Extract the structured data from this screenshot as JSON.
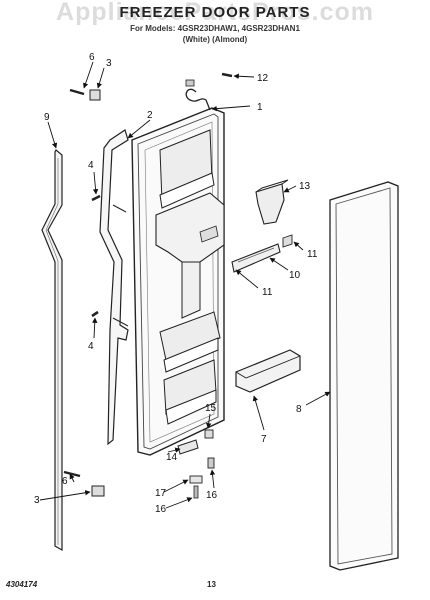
{
  "watermark": "AppliancePartsPros.com",
  "header": {
    "title": "FREEZER DOOR PARTS",
    "models": "For Models: 4GSR23DHAW1, 4GSR23DHAN1",
    "colors": "(White)          (Almond)"
  },
  "callouts": [
    "1",
    "2",
    "3",
    "3",
    "4",
    "4",
    "6",
    "6",
    "7",
    "8",
    "9",
    "10",
    "11",
    "11",
    "12",
    "13",
    "14",
    "15",
    "16",
    "16",
    "17"
  ],
  "footer": {
    "doc_number": "4304174",
    "page_number": "13"
  }
}
